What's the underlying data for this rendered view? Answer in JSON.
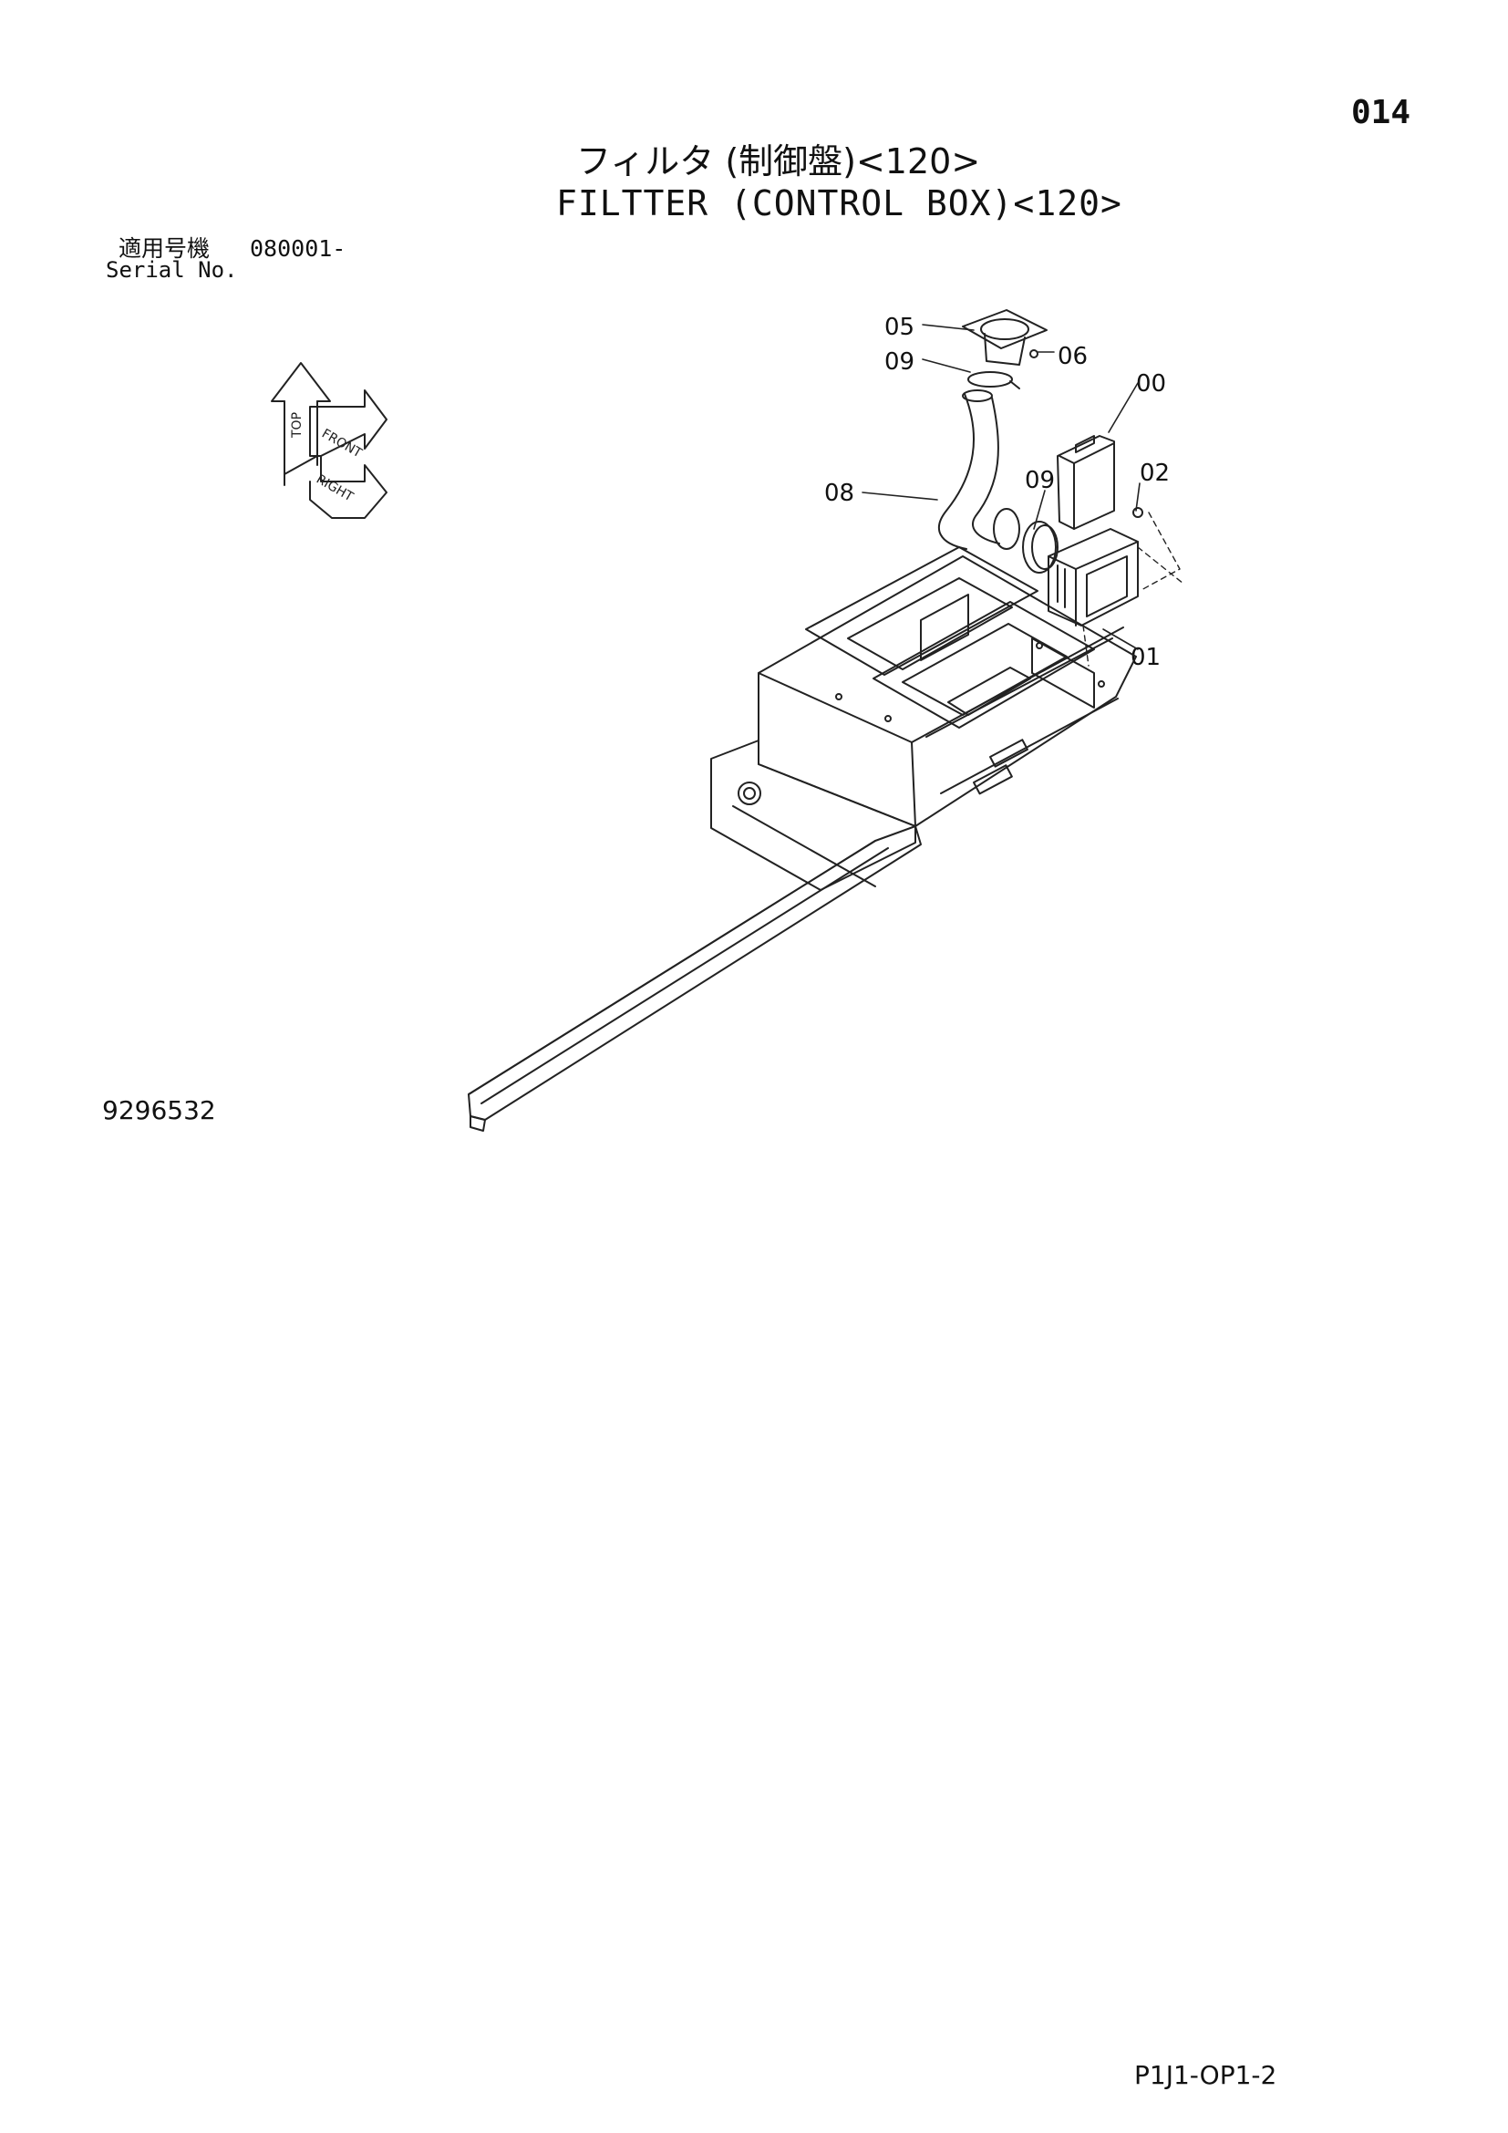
{
  "header": {
    "page_number": "014",
    "title_jp": "フィルタ (制御盤)<120>",
    "title_en": "FILTTER (CONTROL BOX)<120>"
  },
  "serial": {
    "label_jp": "適用号機",
    "value": "080001-",
    "label_en": "Serial No."
  },
  "orientation": {
    "labels": [
      "TOP",
      "FRONT",
      "RIGHT"
    ]
  },
  "parts": {
    "p05": "05",
    "p06": "06",
    "p09a": "09",
    "p00": "00",
    "p02": "02",
    "p09b": "09",
    "p08": "08",
    "p01": "01"
  },
  "footer": {
    "drawing_number": "9296532",
    "sheet_code": "P1J1-OP1-2"
  }
}
